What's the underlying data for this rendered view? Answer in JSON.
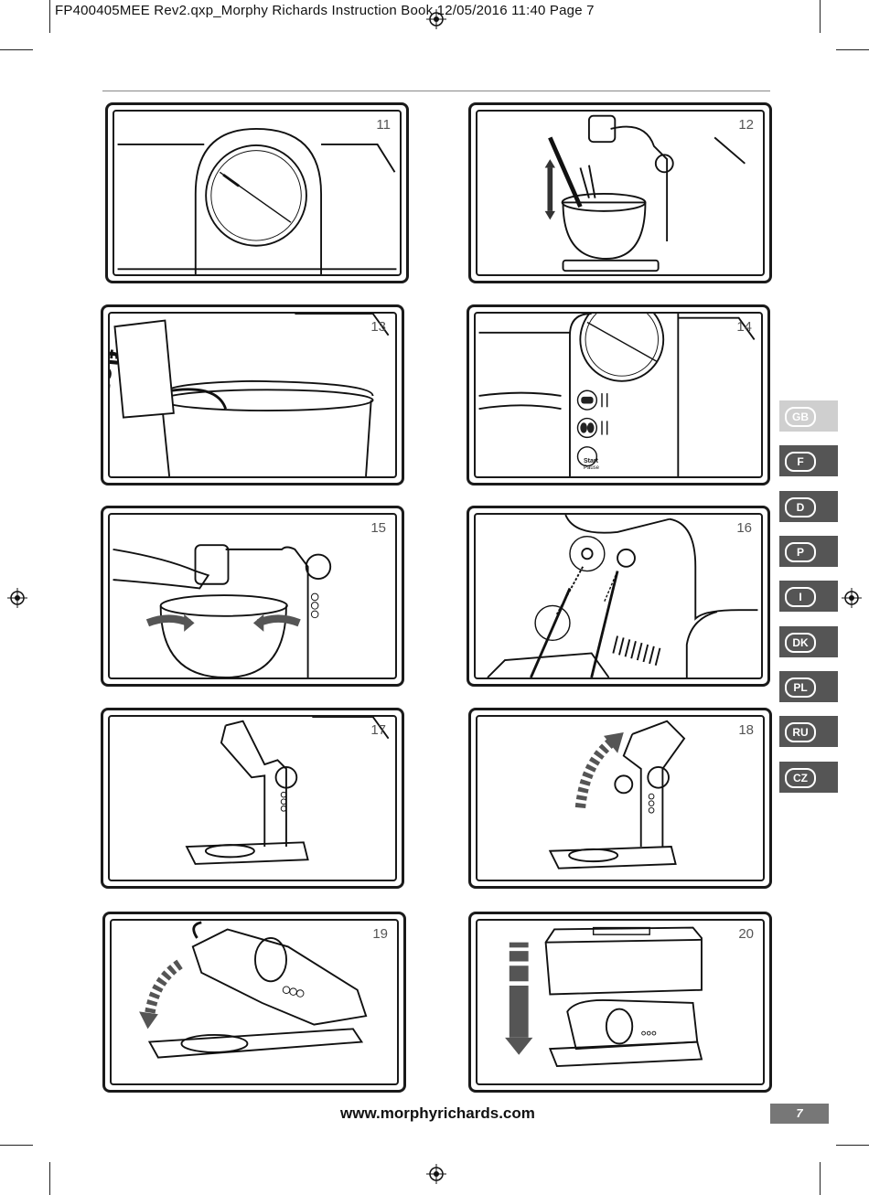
{
  "header": {
    "slug": "FP400405MEE Rev2.qxp_Morphy Richards Instruction Book  12/05/2016  11:40  Page 7"
  },
  "panels": [
    {
      "number": "11"
    },
    {
      "number": "12"
    },
    {
      "number": "13",
      "label": "flour"
    },
    {
      "number": "14",
      "start_label": "Start",
      "pause_label": "Pause"
    },
    {
      "number": "15"
    },
    {
      "number": "16"
    },
    {
      "number": "17"
    },
    {
      "number": "18"
    },
    {
      "number": "19"
    },
    {
      "number": "20"
    }
  ],
  "languages": [
    {
      "code": "GB",
      "active": true
    },
    {
      "code": "F",
      "active": false
    },
    {
      "code": "D",
      "active": false
    },
    {
      "code": "P",
      "active": false
    },
    {
      "code": "I",
      "active": false
    },
    {
      "code": "DK",
      "active": false
    },
    {
      "code": "PL",
      "active": false
    },
    {
      "code": "RU",
      "active": false
    },
    {
      "code": "CZ",
      "active": false
    }
  ],
  "footer": {
    "url": "www.morphyrichards.com",
    "page_number": "7"
  },
  "colors": {
    "tab_dark": "#555555",
    "tab_active": "#cfcfcf",
    "page_box": "#777777"
  }
}
